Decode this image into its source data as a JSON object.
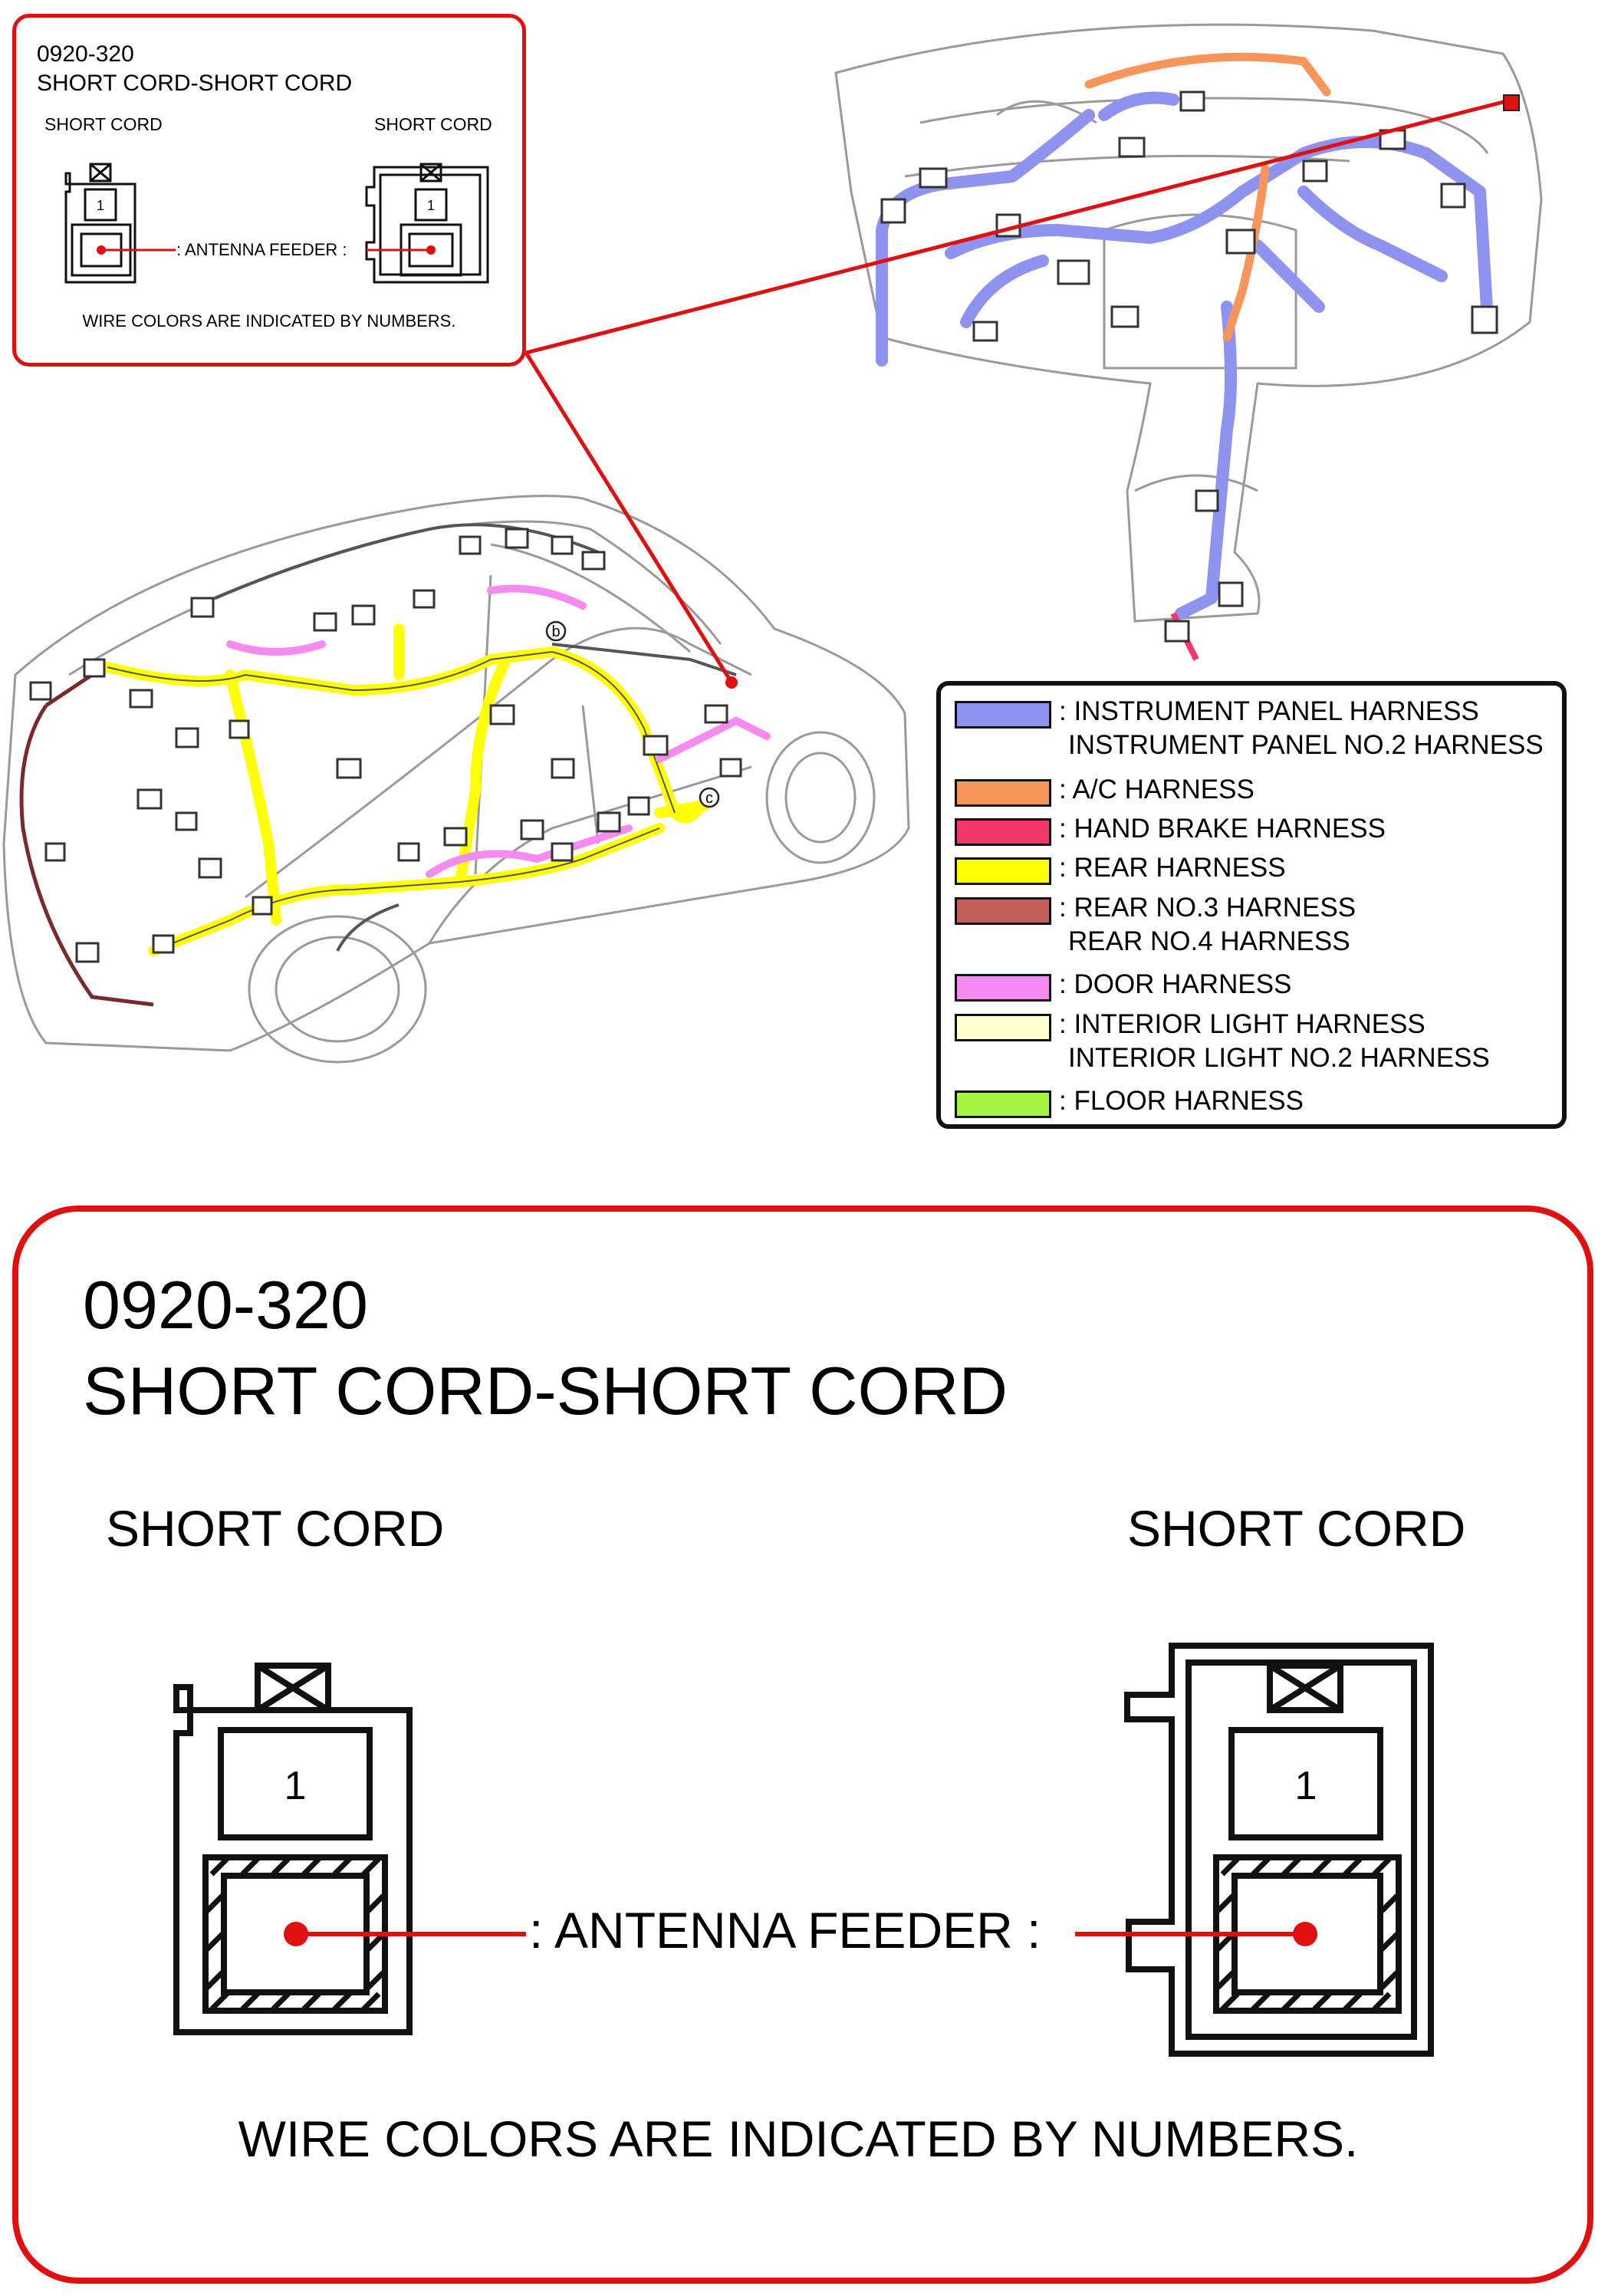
{
  "connector": {
    "code": "0920-320",
    "title": "SHORT CORD-SHORT CORD",
    "left_label": "SHORT CORD",
    "right_label": "SHORT CORD",
    "pin_number": "1",
    "signal_label": ": ANTENNA FEEDER :",
    "signal_label_small": ": ANTENNA FEEDER :",
    "note": "WIRE COLORS ARE INDICATED BY NUMBERS."
  },
  "callouts": {
    "b": "b",
    "c": "c"
  },
  "legend": [
    {
      "color": "#8f93f0",
      "lines": [
        ": INSTRUMENT PANEL HARNESS",
        "INSTRUMENT PANEL NO.2 HARNESS"
      ]
    },
    {
      "color": "#f7955a",
      "lines": [
        ": A/C HARNESS"
      ]
    },
    {
      "color": "#f2386b",
      "lines": [
        ": HAND BRAKE HARNESS"
      ]
    },
    {
      "color": "#ffff00",
      "lines": [
        ": REAR HARNESS"
      ]
    },
    {
      "color": "#c4605c",
      "lines": [
        ": REAR NO.3 HARNESS",
        "REAR NO.4 HARNESS"
      ]
    },
    {
      "color": "#f58af0",
      "lines": [
        ": DOOR HARNESS"
      ]
    },
    {
      "color": "#ffffd0",
      "lines": [
        ": INTERIOR LIGHT HARNESS",
        "INTERIOR LIGHT NO.2 HARNESS"
      ]
    },
    {
      "color": "#a6f542",
      "lines": [
        ": FLOOR HARNESS"
      ]
    }
  ],
  "colors": {
    "callout_red": "#e01010",
    "outline": "#111111"
  }
}
